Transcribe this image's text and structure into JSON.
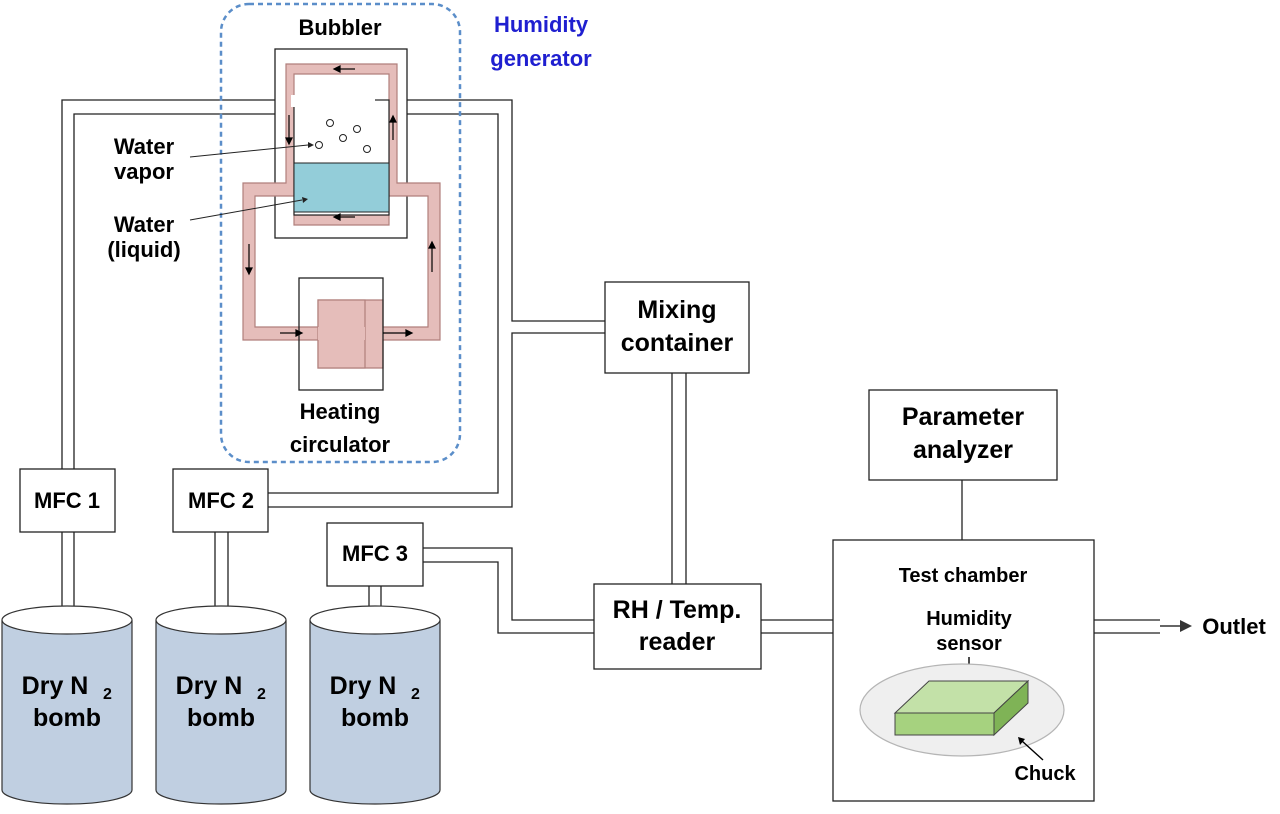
{
  "colors": {
    "tank_fill": "#c0cfe1",
    "tank_top": "#ffffff",
    "heater_fill": "#e5bdba",
    "heater_stroke": "#b07f7c",
    "water_fill": "#93cdd9",
    "generator_border": "#5b8ec9",
    "generator_label": "#1f1fd0",
    "sensor_top": "#c3e1a8",
    "sensor_front": "#a6d27f",
    "sensor_side": "#7fb356",
    "chuck_fill": "#efefef",
    "chuck_stroke": "#b5b5b5"
  },
  "labels": {
    "humidity_generator_1": "Humidity",
    "humidity_generator_2": "generator",
    "bubbler": "Bubbler",
    "water_vapor_1": "Water",
    "water_vapor_2": "vapor",
    "water_liquid_1": "Water",
    "water_liquid_2": "(liquid)",
    "heating_circulator_1": "Heating",
    "heating_circulator_2": "circulator",
    "mixing_container_1": "Mixing",
    "mixing_container_2": "container",
    "parameter_analyzer_1": "Parameter",
    "parameter_analyzer_2": "analyzer",
    "mfc1": "MFC 1",
    "mfc2": "MFC 2",
    "mfc3": "MFC 3",
    "rh_reader_1": "RH / Temp.",
    "rh_reader_2": "reader",
    "test_chamber": "Test chamber",
    "humidity_sensor_1": "Humidity",
    "humidity_sensor_2": "sensor",
    "chuck": "Chuck",
    "outlet": "Outlet",
    "tank_dry": "Dry N",
    "tank_sub": "2",
    "tank_bomb": "bomb"
  }
}
